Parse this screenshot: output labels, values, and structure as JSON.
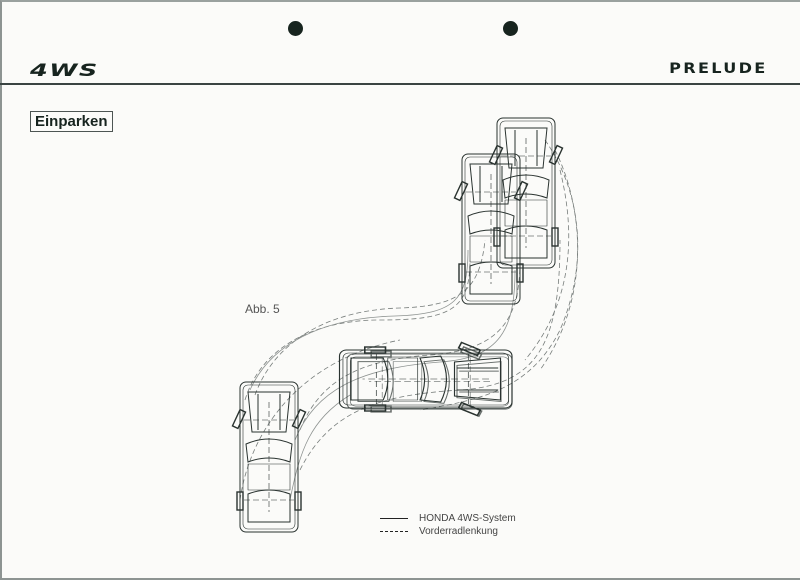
{
  "header": {
    "left_logo": "4WS",
    "right_logo": "PRELUDE"
  },
  "section": {
    "title": "Einparken"
  },
  "figure": {
    "label": "Abb. 5",
    "description": "Top-down diagram of a car parking maneuver showing car positions and wheel paths"
  },
  "legend": {
    "items": [
      {
        "style": "solid",
        "label": "HONDA 4WS-System"
      },
      {
        "style": "dashed",
        "label": "Vorderradlenkung"
      }
    ]
  },
  "colors": {
    "ink": "#17241f",
    "paper": "#fbfbf9",
    "line_light": "#8a8f8d"
  }
}
